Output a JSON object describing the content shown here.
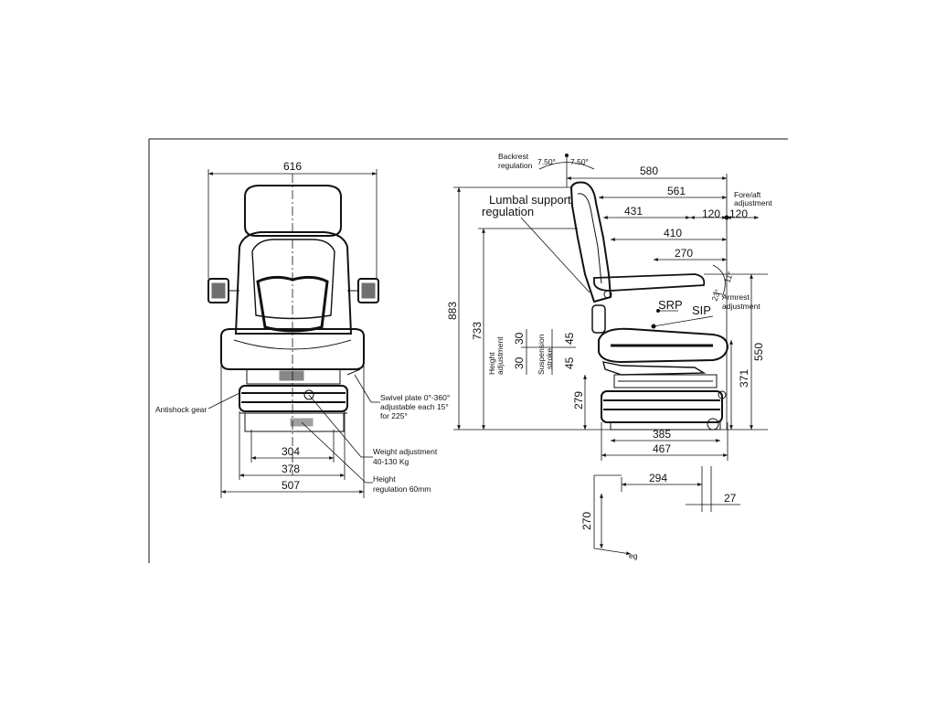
{
  "front_view": {
    "dims": {
      "overall_width": "616",
      "base_inner": "304",
      "base_mid": "378",
      "base_outer": "507"
    },
    "labels": {
      "antishock": "Antishock gear",
      "swivel": [
        "Swivel plate 0°-360°",
        "adjustable each 15°",
        "for 225°"
      ],
      "weight": [
        "Weight adjustment",
        "40-130 Kg"
      ],
      "height_reg": [
        "Height",
        "regulation 60mm"
      ]
    }
  },
  "side_view": {
    "dims": {
      "d580": "580",
      "d561": "561",
      "d431": "431",
      "d410": "410",
      "d270": "270",
      "d120a": "120",
      "d120b": "120",
      "d883": "883",
      "d733": "733",
      "d550": "550",
      "d371": "371",
      "d279": "279",
      "d30a": "30",
      "d30b": "30",
      "d45a": "45",
      "d45b": "45",
      "d385": "385",
      "d467": "467",
      "d294": "294",
      "d27": "27",
      "d270v": "270"
    },
    "angles": {
      "back_left": "7.50°",
      "back_right": "7.50°",
      "arm_a": "23°",
      "arm_b": "11°"
    },
    "labels": {
      "backrest": [
        "Backrest",
        "regulation"
      ],
      "lumbar": [
        "Lumbal support",
        "regulation"
      ],
      "fore_aft": [
        "Fore/aft",
        "adjustment"
      ],
      "armrest": [
        "Armrest",
        "adjustment"
      ],
      "srp": "SRP",
      "sip": "SIP",
      "height_adj": [
        "Height",
        "adjustment"
      ],
      "suspension": [
        "Suspension",
        "stroke"
      ],
      "corner_mark": "eg"
    }
  }
}
